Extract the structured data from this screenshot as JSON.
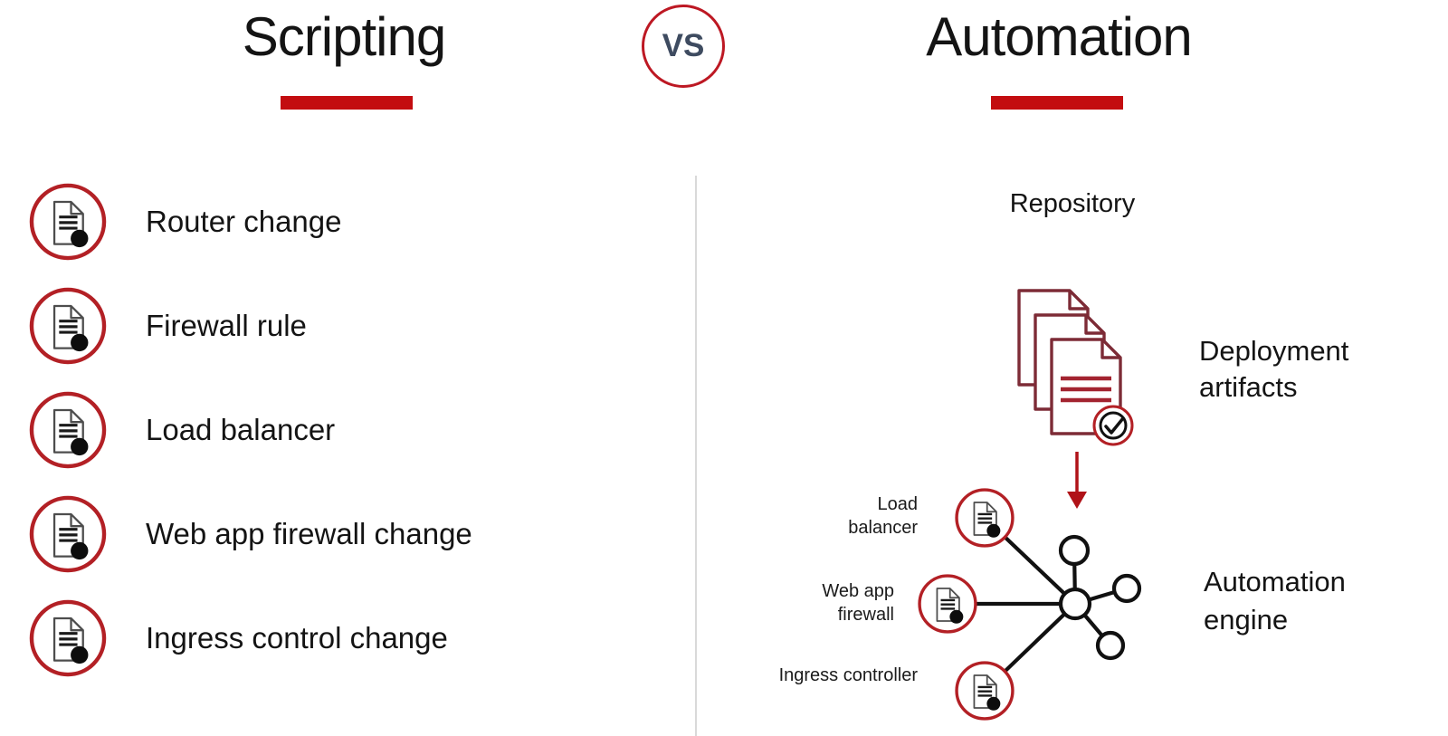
{
  "header": {
    "left_title": "Scripting",
    "vs_label": "VS",
    "right_title": "Automation"
  },
  "scripting_panel": {
    "items": [
      {
        "label": "Router change"
      },
      {
        "label": "Firewall rule"
      },
      {
        "label": "Load balancer"
      },
      {
        "label": "Web app firewall change"
      },
      {
        "label": "Ingress control change"
      }
    ]
  },
  "automation_panel": {
    "repository_label": "Repository",
    "deployment_artifacts_label": "Deployment artifacts",
    "automation_engine_label": "Automation engine",
    "engine_nodes": [
      {
        "label": "Load balancer"
      },
      {
        "label": "Web app firewall"
      },
      {
        "label": "Ingress controller"
      }
    ]
  },
  "icons": {
    "document_badge": "document-page-with-status-dot-inside-red-circle",
    "artifact_stack": "three-stacked-documents-with-check-circle",
    "hub_spoke": "hub-and-spoke-network",
    "down_arrow": "red-downward-arrow",
    "vs_circle": "red-outlined-vs-circle"
  },
  "colors": {
    "accent_red": "#c30d10",
    "circle_red": "#b32025",
    "stack_maroon": "#7d2b36",
    "stack_line_red": "#a32430",
    "vs_text": "#3e4b60",
    "text": "#141414",
    "divider": "#d9d9d9"
  }
}
